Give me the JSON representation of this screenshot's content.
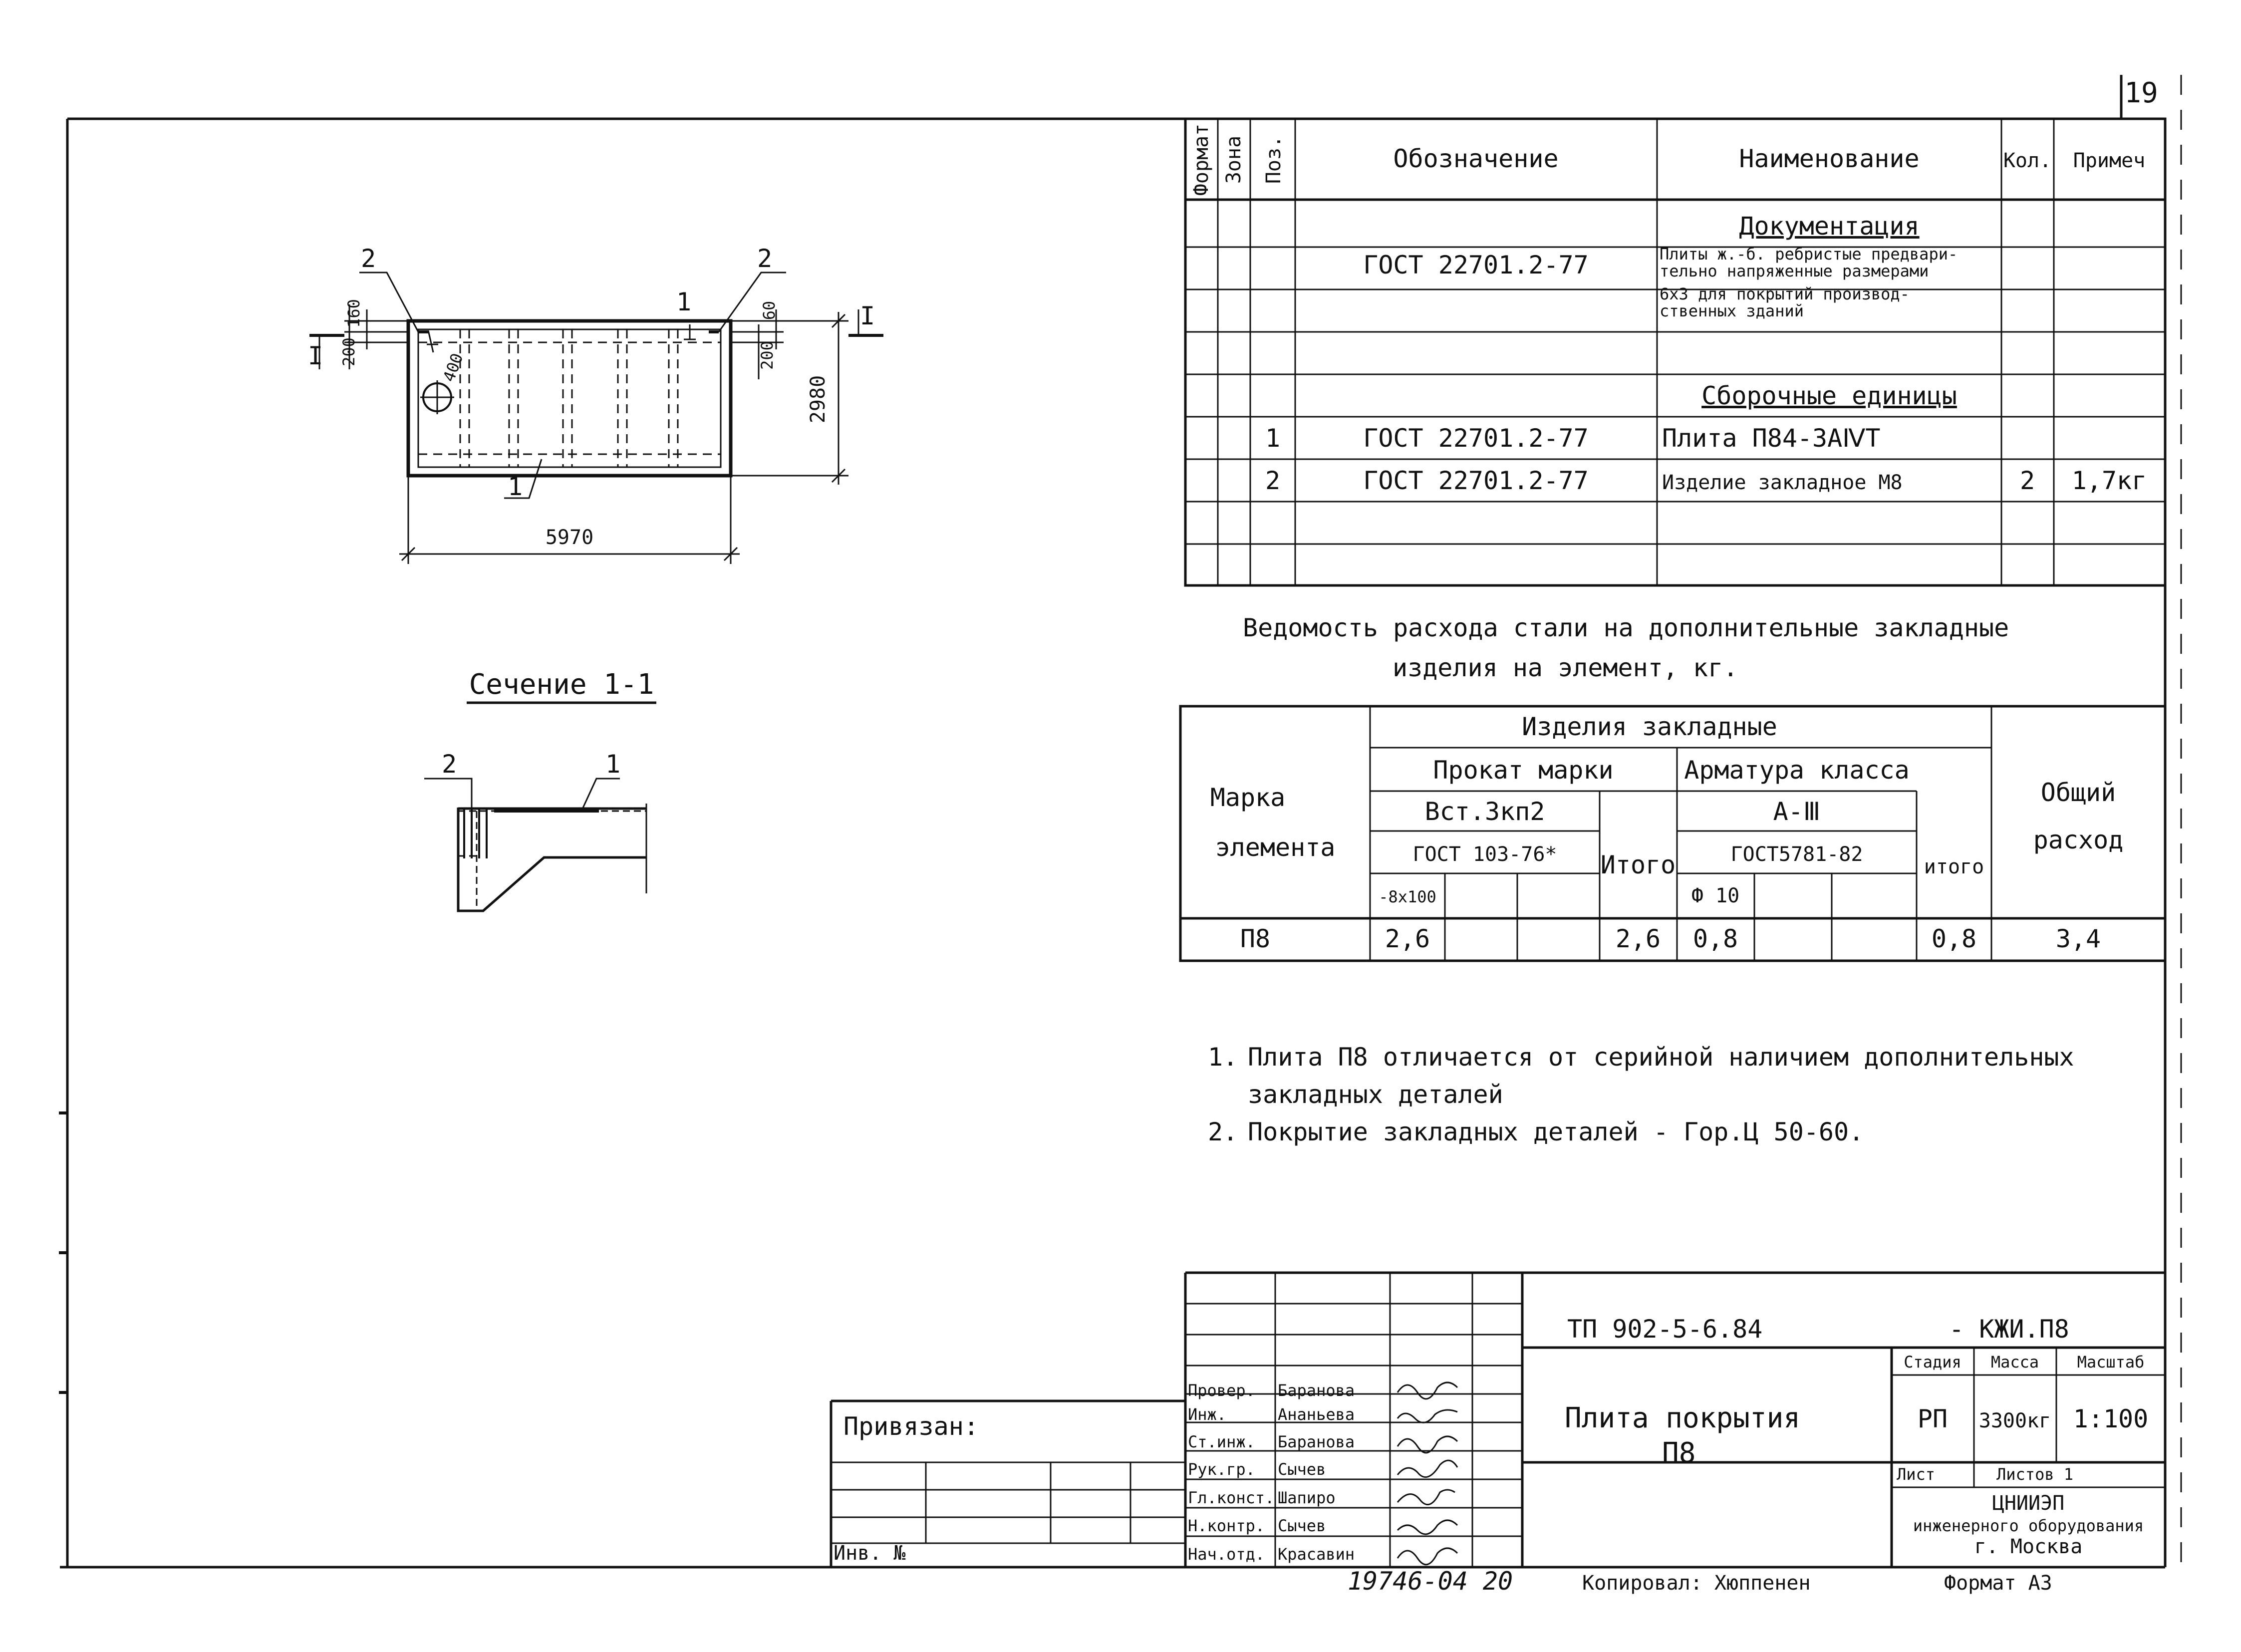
{
  "sheet_number": "19",
  "drawing": {
    "labels": {
      "part1": "1",
      "part2": "2",
      "section_mark": "I"
    },
    "dims": {
      "length": "5970",
      "width": "2980",
      "d160": "160",
      "d200": "200",
      "d60": "60",
      "d400": "400"
    },
    "section": {
      "title": "Сечение 1-1",
      "label1": "1",
      "label2": "2"
    }
  },
  "spec": {
    "headers": {
      "format": "Формат",
      "zone": "Зона",
      "pos": "Поз.",
      "designation": "Обозначение",
      "name": "Наименование",
      "qty": "Кол.",
      "note": "Примеч"
    },
    "section_doc": "Документация",
    "doc_row": {
      "designation": "ГОСТ 22701.2-77",
      "name_lines": [
        "Плиты ж.-б. ребристые предвари-",
        "тельно напряженные размерами",
        "6x3 для покрытий производ-",
        "ственных зданий"
      ]
    },
    "section_asm": "Сборочные единицы",
    "rows": [
      {
        "pos": "1",
        "designation": "ГОСТ 22701.2-77",
        "name": "Плита П84-3АⅣТ",
        "qty": "",
        "note": ""
      },
      {
        "pos": "2",
        "designation": "ГОСТ 22701.2-77",
        "name": "Изделие закладное  М8",
        "qty": "2",
        "note": "1,7кг"
      }
    ]
  },
  "steel": {
    "title_line1": "Ведомость расхода стали на дополнительные закладные",
    "title_line2": "изделия на элемент, кг.",
    "h_mark": "Марка элемента",
    "h_mark_l1": "Марка",
    "h_mark_l2": "элемента",
    "h_embedded": "Изделия закладные",
    "h_rolled": "Прокат марки",
    "h_rebar": "Арматура класса",
    "h_total": "Общий расход",
    "h_total_l1": "Общий",
    "h_total_l2": "расход",
    "steel_grade": "Вст.3кп2",
    "rebar_class": "А-Ⅲ",
    "gost_rolled": "ГОСТ 103-76*",
    "gost_rebar": "ГОСТ5781-82",
    "subtotal": "Итого",
    "subtotal2": "итого",
    "size_rolled": "-8x100",
    "size_rebar": "Ф 10",
    "row": {
      "mark": "П8",
      "rolled": "2,6",
      "rolled_total": "2,6",
      "rebar": "0,8",
      "rebar_total": "0,8",
      "total": "3,4"
    }
  },
  "notes": [
    {
      "num": "1.",
      "text": "Плита П8 отличается от серийной наличием дополнительных",
      "text2": "закладных деталей"
    },
    {
      "num": "2.",
      "text": "Покрытие закладных деталей      - Гор.Ц 50-60."
    }
  ],
  "title_block": {
    "code": "ТП 902-5-6.84",
    "sheet_code": "- КЖИ.П8",
    "name_l1": "Плита покрытия",
    "name_l2": "П8",
    "stage_h": "Стадия",
    "mass_h": "Масса",
    "scale_h": "Масштаб",
    "stage": "РП",
    "mass": "3300кг",
    "scale": "1:100",
    "sheet_h": "Лист",
    "sheets_h": "Листов 1",
    "org_l1": "ЦНИИЭП",
    "org_l2": "инженерного оборудования",
    "org_l3": "г. Москва",
    "privyazan": "Привязан:",
    "inv": "Инв. №",
    "people": [
      {
        "role": "Провер.",
        "name": "Баранова"
      },
      {
        "role": "Инж.",
        "name": "Ананьева"
      },
      {
        "role": "Ст.инж.",
        "name": "Баранова"
      },
      {
        "role": "Рук.гр.",
        "name": "Сычев"
      },
      {
        "role": "Гл.конст.",
        "name": "Шапиро"
      },
      {
        "role": "Н.контр.",
        "name": "Сычев"
      },
      {
        "role": "Нач.отд.",
        "name": "Красавин"
      }
    ]
  },
  "footer": {
    "doc_number": "19746-04  20",
    "copied": "Копировал: Хюппенен",
    "format": "Формат А3"
  }
}
